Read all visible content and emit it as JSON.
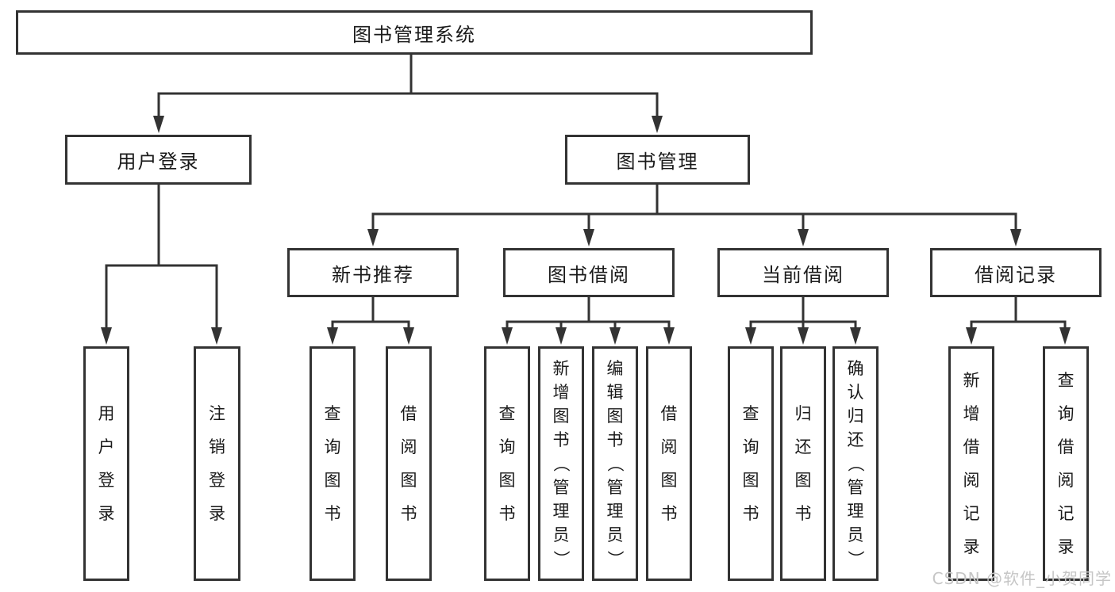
{
  "title": "图书管理系统",
  "branches": {
    "user": {
      "label": "用户登录",
      "children": [
        "用户登录",
        "注销登录"
      ]
    },
    "book": {
      "label": "图书管理",
      "modules": [
        {
          "label": "新书推荐",
          "children": [
            "查询图书",
            "借阅图书"
          ]
        },
        {
          "label": "图书借阅",
          "children": [
            "查询图书",
            "新增图书（管理员）",
            "编辑图书（管理员）",
            "借阅图书"
          ]
        },
        {
          "label": "当前借阅",
          "children": [
            "查询图书",
            "归还图书",
            "确认归还（管理员）"
          ]
        },
        {
          "label": "借阅记录",
          "children": [
            "新增借阅记录",
            "查询借阅记录"
          ]
        }
      ]
    }
  },
  "watermark": "CSDN @软件_小贺同学",
  "colors": {
    "line": "#333333",
    "box_border": "#333333",
    "text": "#1a1a1a",
    "watermark": "#c6c6c6",
    "background": "#ffffff"
  }
}
